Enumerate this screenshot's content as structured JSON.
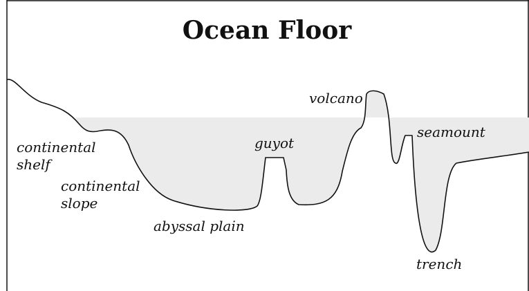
{
  "title": "Ocean Floor",
  "labels": {
    "continental_shelf_1": "continental",
    "continental_shelf_2": "shelf",
    "continental_slope_1": "continental",
    "continental_slope_2": "slope",
    "abyssal_plain": "abyssal plain",
    "guyot": "guyot",
    "volcano": "volcano",
    "seamount": "seamount",
    "trench": "trench"
  },
  "colors": {
    "water": "#ebebeb",
    "outline": "#111111",
    "background": "#ffffff"
  }
}
